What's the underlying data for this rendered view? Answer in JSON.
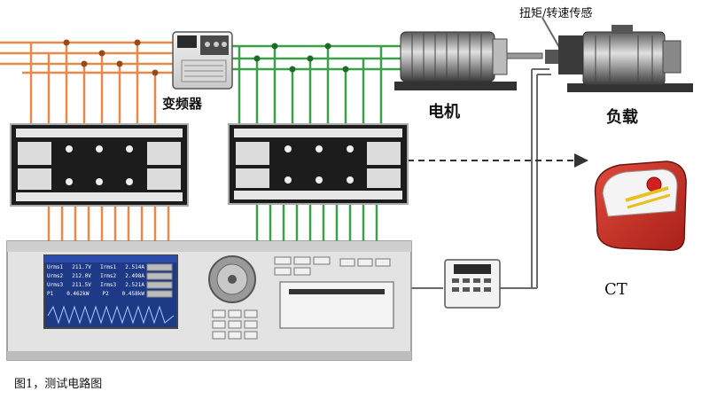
{
  "labels": {
    "inverter": "变频器",
    "motor": "电机",
    "load": "负载",
    "torque_sensor": "扭矩/转速传感",
    "ct": "CT",
    "caption": "图1，测试电路图"
  },
  "analyzer_screen": [
    [
      "Urms1",
      "211.7V",
      "Irms1",
      "2.514A"
    ],
    [
      "Urms2",
      "212.0V",
      "Irms2",
      "2.498A"
    ],
    [
      "Urms3",
      "211.5V",
      "Irms3",
      "2.521A"
    ],
    [
      "P1",
      "0.462kW",
      "P2",
      "0.458kW"
    ]
  ],
  "colors": {
    "orange_wire": "#e8894a",
    "green_wire": "#3aa04a",
    "gray_wire": "#6a6a6a",
    "screen_bg": "#1e3a86"
  }
}
